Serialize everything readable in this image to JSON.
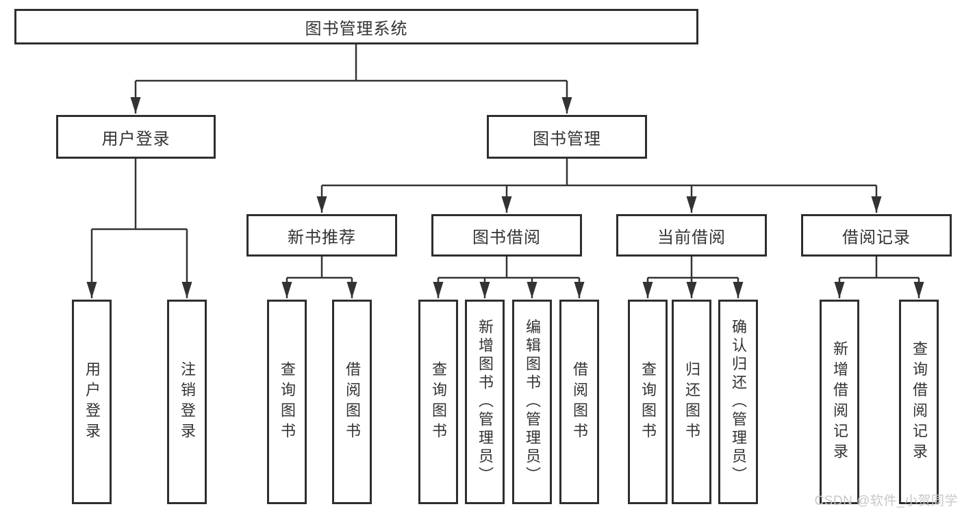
{
  "diagram": {
    "root": {
      "label": "图书管理系统"
    },
    "branches": [
      {
        "label": "用户登录",
        "children": [
          {
            "label": "用户登录"
          },
          {
            "label": "注销登录"
          }
        ]
      },
      {
        "label": "图书管理",
        "children": [
          {
            "label": "新书推荐",
            "children": [
              {
                "label": "查询图书"
              },
              {
                "label": "借阅图书"
              }
            ]
          },
          {
            "label": "图书借阅",
            "children": [
              {
                "label": "查询图书"
              },
              {
                "label": "新增图书（管理员）"
              },
              {
                "label": "编辑图书（管理员）"
              },
              {
                "label": "借阅图书"
              }
            ]
          },
          {
            "label": "当前借阅",
            "children": [
              {
                "label": "查询图书"
              },
              {
                "label": "归还图书"
              },
              {
                "label": "确认归还（管理员）"
              }
            ]
          },
          {
            "label": "借阅记录",
            "children": [
              {
                "label": "新增借阅记录"
              },
              {
                "label": "查询借阅记录"
              }
            ]
          }
        ]
      }
    ]
  },
  "watermark": {
    "text": "CSDN @软件_小贺同学"
  },
  "colors": {
    "line": "#333333",
    "box_border": "#2e2e2e",
    "text": "#333333",
    "watermark": "#c7c7c7",
    "background": "#ffffff"
  }
}
